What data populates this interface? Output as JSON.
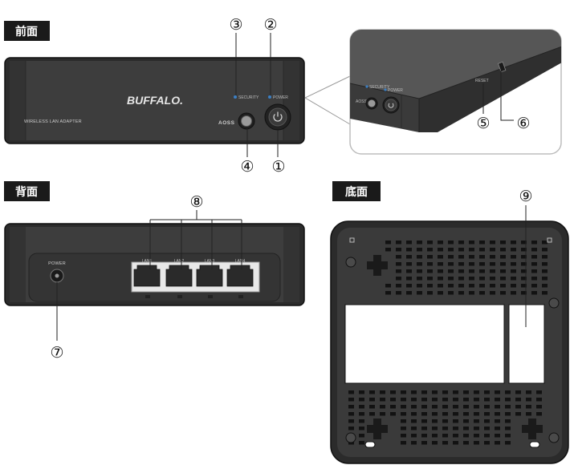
{
  "sections": {
    "front": "前面",
    "back": "背面",
    "bottom": "底面"
  },
  "callouts": {
    "c1": "①",
    "c2": "②",
    "c3": "③",
    "c4": "④",
    "c5": "⑤",
    "c6": "⑥",
    "c7": "⑦",
    "c8": "⑧",
    "c9": "⑨"
  },
  "front_device": {
    "logo": "BUFFALO.",
    "security_label": "SECURITY",
    "power_label": "POWER",
    "model_text": "WIRELESS LAN ADAPTER",
    "aoss_label": "AOSS"
  },
  "back_device": {
    "power_label": "POWER",
    "lan_labels": [
      "LAN1",
      "LAN2",
      "LAN3",
      "LAN4"
    ]
  },
  "zoom_detail": {
    "security_label": "SECURITY",
    "power_label": "POWER",
    "aoss_label": "AOSS",
    "reset_label": "RESET"
  },
  "colors": {
    "device_body": "#3a3a3a",
    "device_edge": "#1f1f1f",
    "label_bg": "#1a1a1a",
    "led": "#3b7fc4"
  }
}
